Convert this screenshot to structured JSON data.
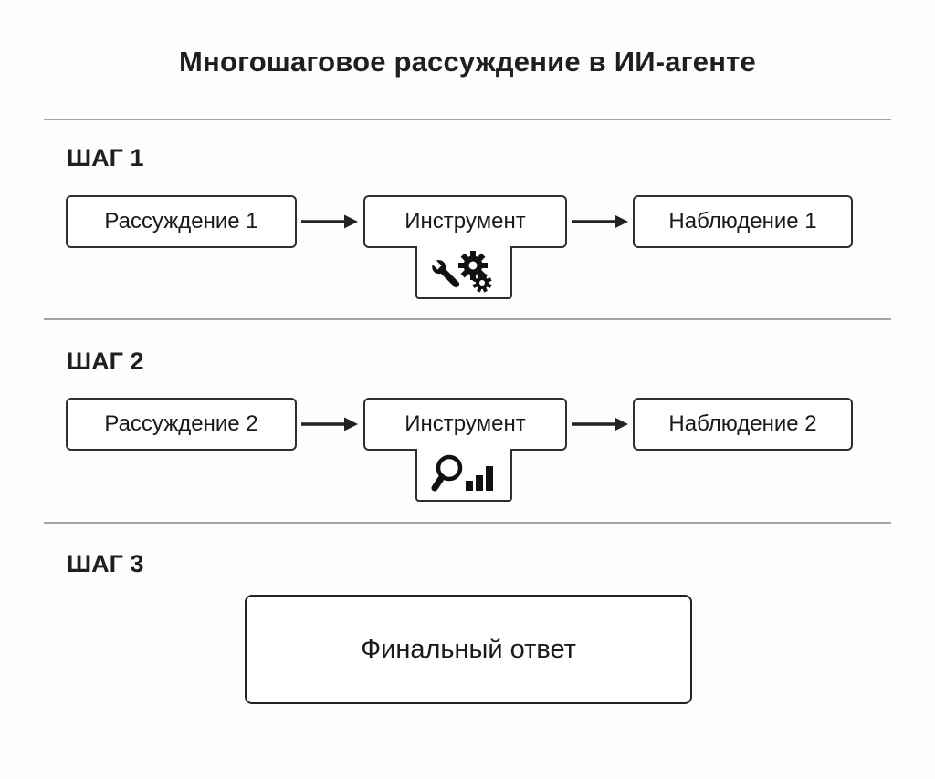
{
  "title": "Многошаговое рассуждение в ИИ-агенте",
  "steps": [
    {
      "label": "ШАГ 1",
      "reasoning": "Рассуждение 1",
      "tool": "Инструмент",
      "observation": "Наблюдение 1",
      "icon": "wrench-and-gears"
    },
    {
      "label": "ШАГ 2",
      "reasoning": "Рассуждение 2",
      "tool": "Инструмент",
      "observation": "Наблюдение 2",
      "icon": "magnifier-and-bar-chart"
    },
    {
      "label": "ШАГ 3",
      "final_answer": "Финальный ответ"
    }
  ],
  "colors": {
    "background": "#fdfdfd",
    "box_border": "#2e2e2e",
    "text": "#1a1a1a",
    "divider": "#a3a3a3",
    "icon": "#111111"
  }
}
